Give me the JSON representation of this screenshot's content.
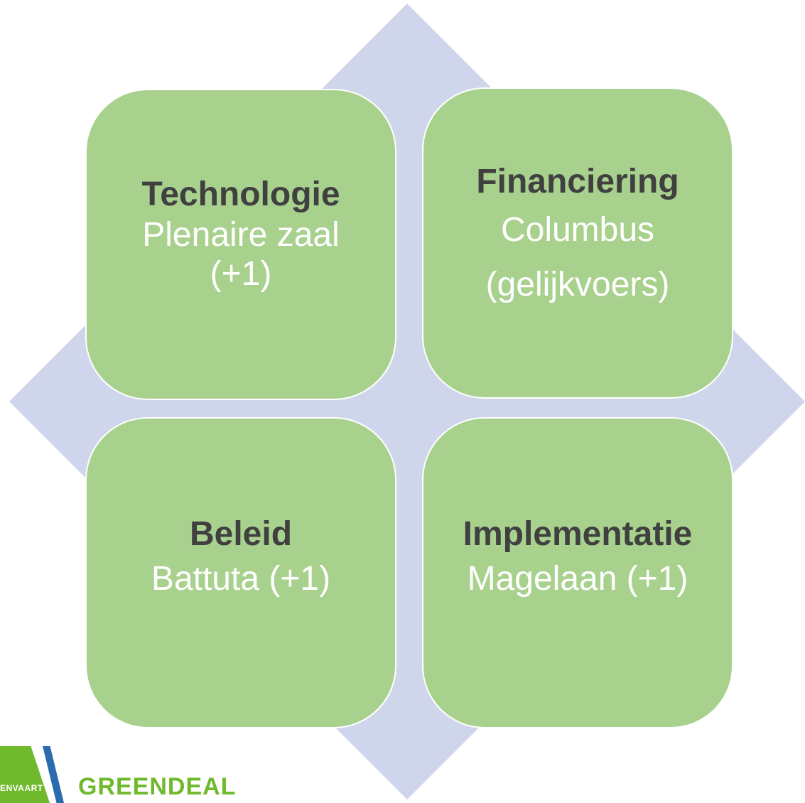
{
  "diagram": {
    "boxes": [
      {
        "title": "Technologie",
        "lines": [
          "Plenaire zaal",
          "(+1)"
        ]
      },
      {
        "title": "Financiering",
        "lines": [
          "Columbus",
          "(gelijkvoers)"
        ]
      },
      {
        "title": "Beleid",
        "lines": [
          "Battuta (+1)"
        ]
      },
      {
        "title": "Implementatie",
        "lines": [
          "Magelaan (+1)"
        ]
      }
    ]
  },
  "logo": {
    "left_text": "ENVAART",
    "brand_text": "GREENDEAL"
  },
  "colors": {
    "box_fill": "#a9d18e",
    "diamond_fill": "#cfd5ea",
    "title_text": "#404040",
    "body_text": "#ffffff",
    "logo_green": "#6fba2c",
    "logo_blue": "#2b6cb0"
  }
}
